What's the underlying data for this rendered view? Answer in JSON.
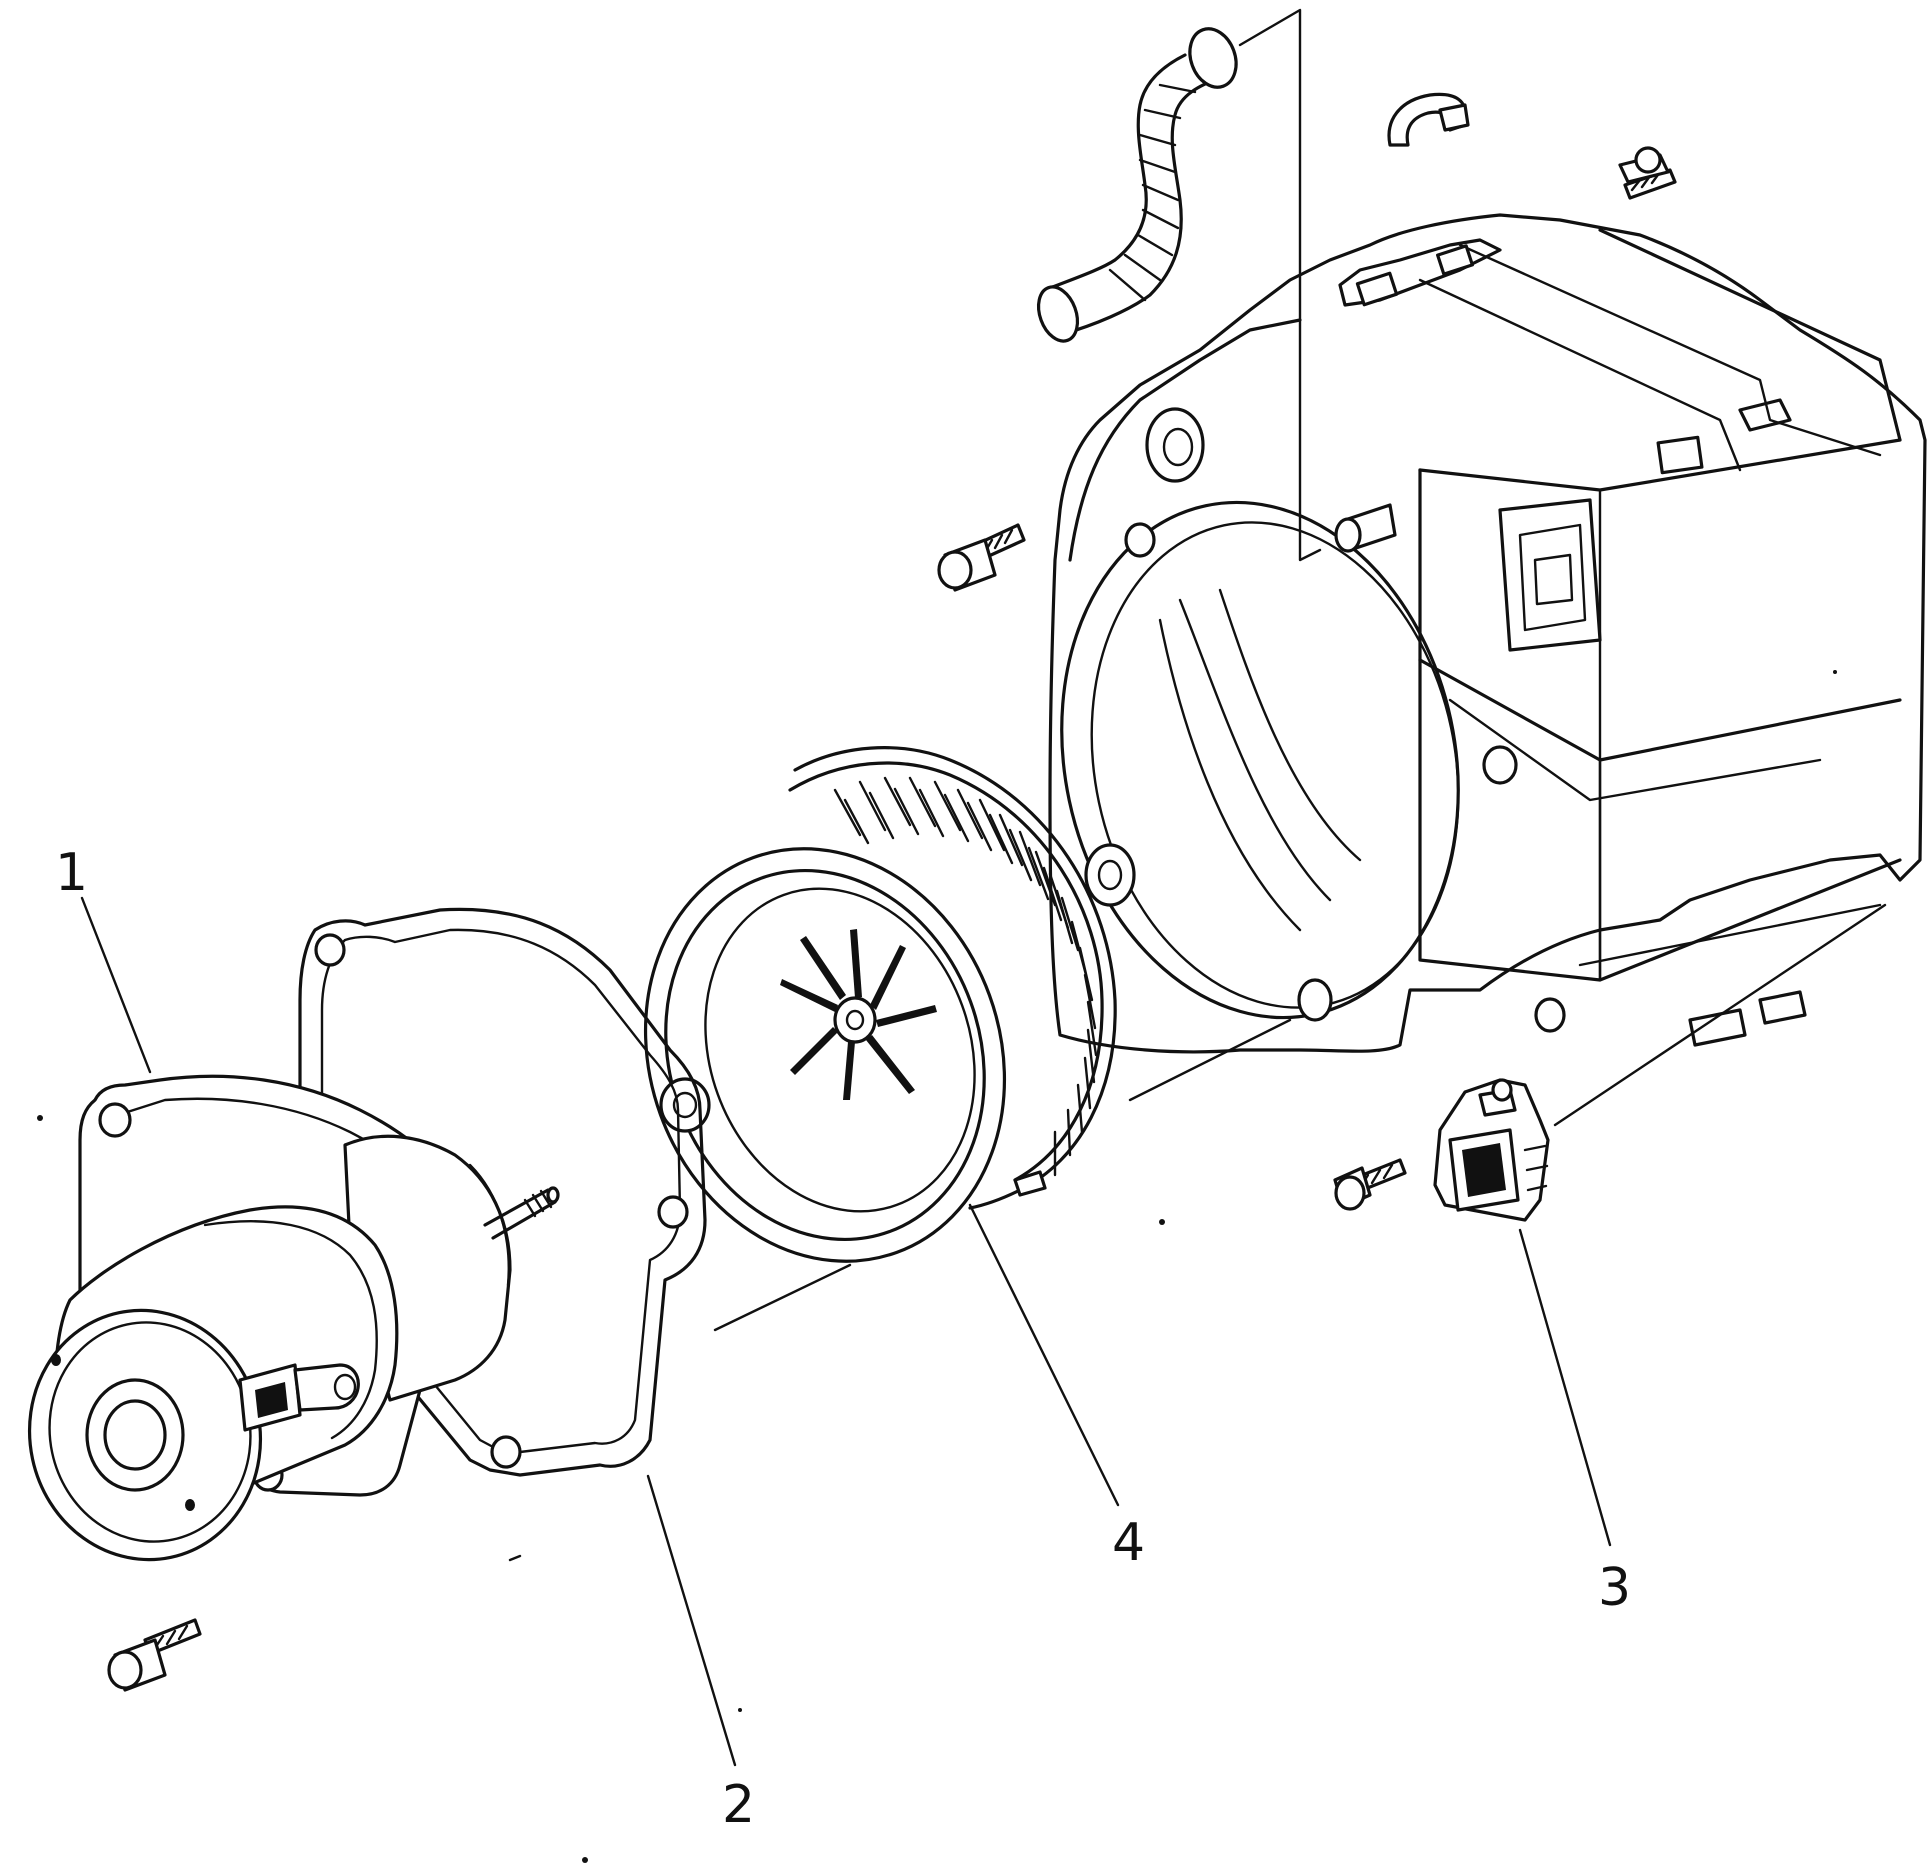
{
  "diagram": {
    "colors": {
      "ink": "#111111",
      "paper": "#ffffff"
    },
    "callouts": [
      {
        "id": "1",
        "label": "1"
      },
      {
        "id": "2",
        "label": "2"
      },
      {
        "id": "3",
        "label": "3"
      },
      {
        "id": "4",
        "label": "4"
      }
    ]
  }
}
